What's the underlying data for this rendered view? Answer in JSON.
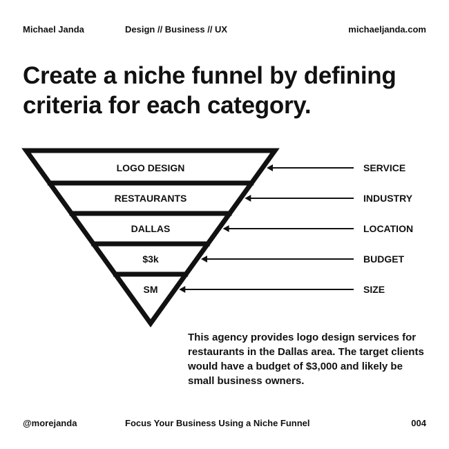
{
  "header": {
    "author": "Michael Janda",
    "topics": "Design // Business // UX",
    "website": "michaeljanda.com"
  },
  "headline": "Create a niche funnel by defining criteria for each category.",
  "funnel": {
    "levels": [
      {
        "value": "LOGO DESIGN",
        "category": "SERVICE"
      },
      {
        "value": "RESTAURANTS",
        "category": "INDUSTRY"
      },
      {
        "value": "DALLAS",
        "category": "LOCATION"
      },
      {
        "value": "$3k",
        "category": "BUDGET"
      },
      {
        "value": "SM",
        "category": "SIZE"
      }
    ]
  },
  "description": "This agency provides logo design services for restaurants in the Dallas area. The target clients would have a budget of $3,000 and likely be small business owners.",
  "footer": {
    "handle": "@morejanda",
    "title": "Focus Your Business Using a Niche Funnel",
    "page_number": "004"
  },
  "colors": {
    "ink": "#111111",
    "background": "#ffffff"
  }
}
